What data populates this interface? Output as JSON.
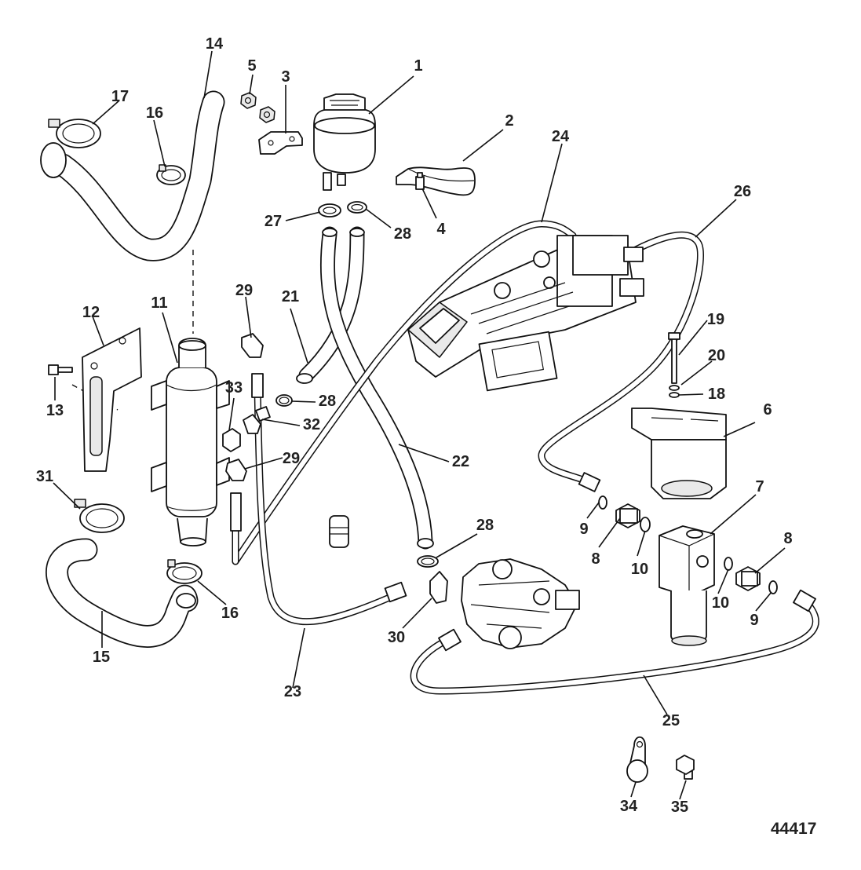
{
  "figure_id": "44417",
  "callouts": [
    "1",
    "2",
    "3",
    "4",
    "5",
    "6",
    "7",
    "8",
    "9",
    "10",
    "11",
    "12",
    "13",
    "14",
    "15",
    "16",
    "17",
    "18",
    "19",
    "20",
    "21",
    "22",
    "23",
    "24",
    "25",
    "26",
    "27",
    "28",
    "29",
    "30",
    "31",
    "32",
    "33",
    "34",
    "35"
  ]
}
